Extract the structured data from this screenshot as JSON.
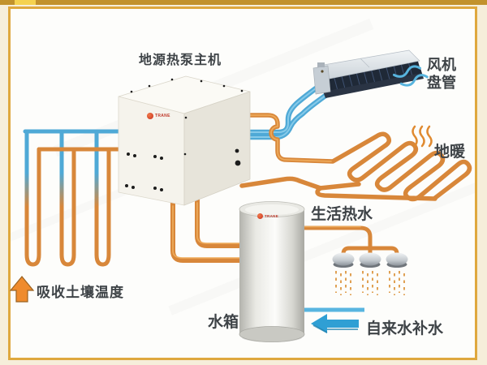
{
  "frame": {
    "outer_bg": "#f6eeda",
    "border_color": "#dfa83e",
    "top_bar_color": "#c2922c",
    "top_bar_highlight": "#f5d24f",
    "canvas_bg": "#fdfdfb"
  },
  "palette": {
    "pipe_orange": "#d8873a",
    "pipe_orange_core": "#f0ad5d",
    "pipe_blue": "#4fa9d6",
    "pipe_blue_core": "#8fd0ec",
    "label_text": "#3e4347",
    "brand_red": "#c0392b",
    "arrow_blue": "#2f9fd4",
    "soil_arrow_orange": "#ef8b2d"
  },
  "labels": {
    "heat_pump": "地源热泵主机",
    "fan_coil_line1": "风机",
    "fan_coil_line2": "盘管",
    "floor_heating": "地暖",
    "domestic_hot_water": "生活热水",
    "water_tank": "水箱",
    "tap_water_makeup": "自来水补水",
    "ground_loop": "吸收土壤温度",
    "brand": "TRANE"
  },
  "icons": {
    "soil_heat_arrow": "up-arrow-icon",
    "floor_heat_waves": "heat-waves-icon",
    "fan_coil_airflow": "airflow-waves-icon",
    "shower_heads": "shower-head-icon",
    "hot_water_droplets": "water-drops-icon",
    "tap_water_flow": "left-arrow-icon"
  }
}
